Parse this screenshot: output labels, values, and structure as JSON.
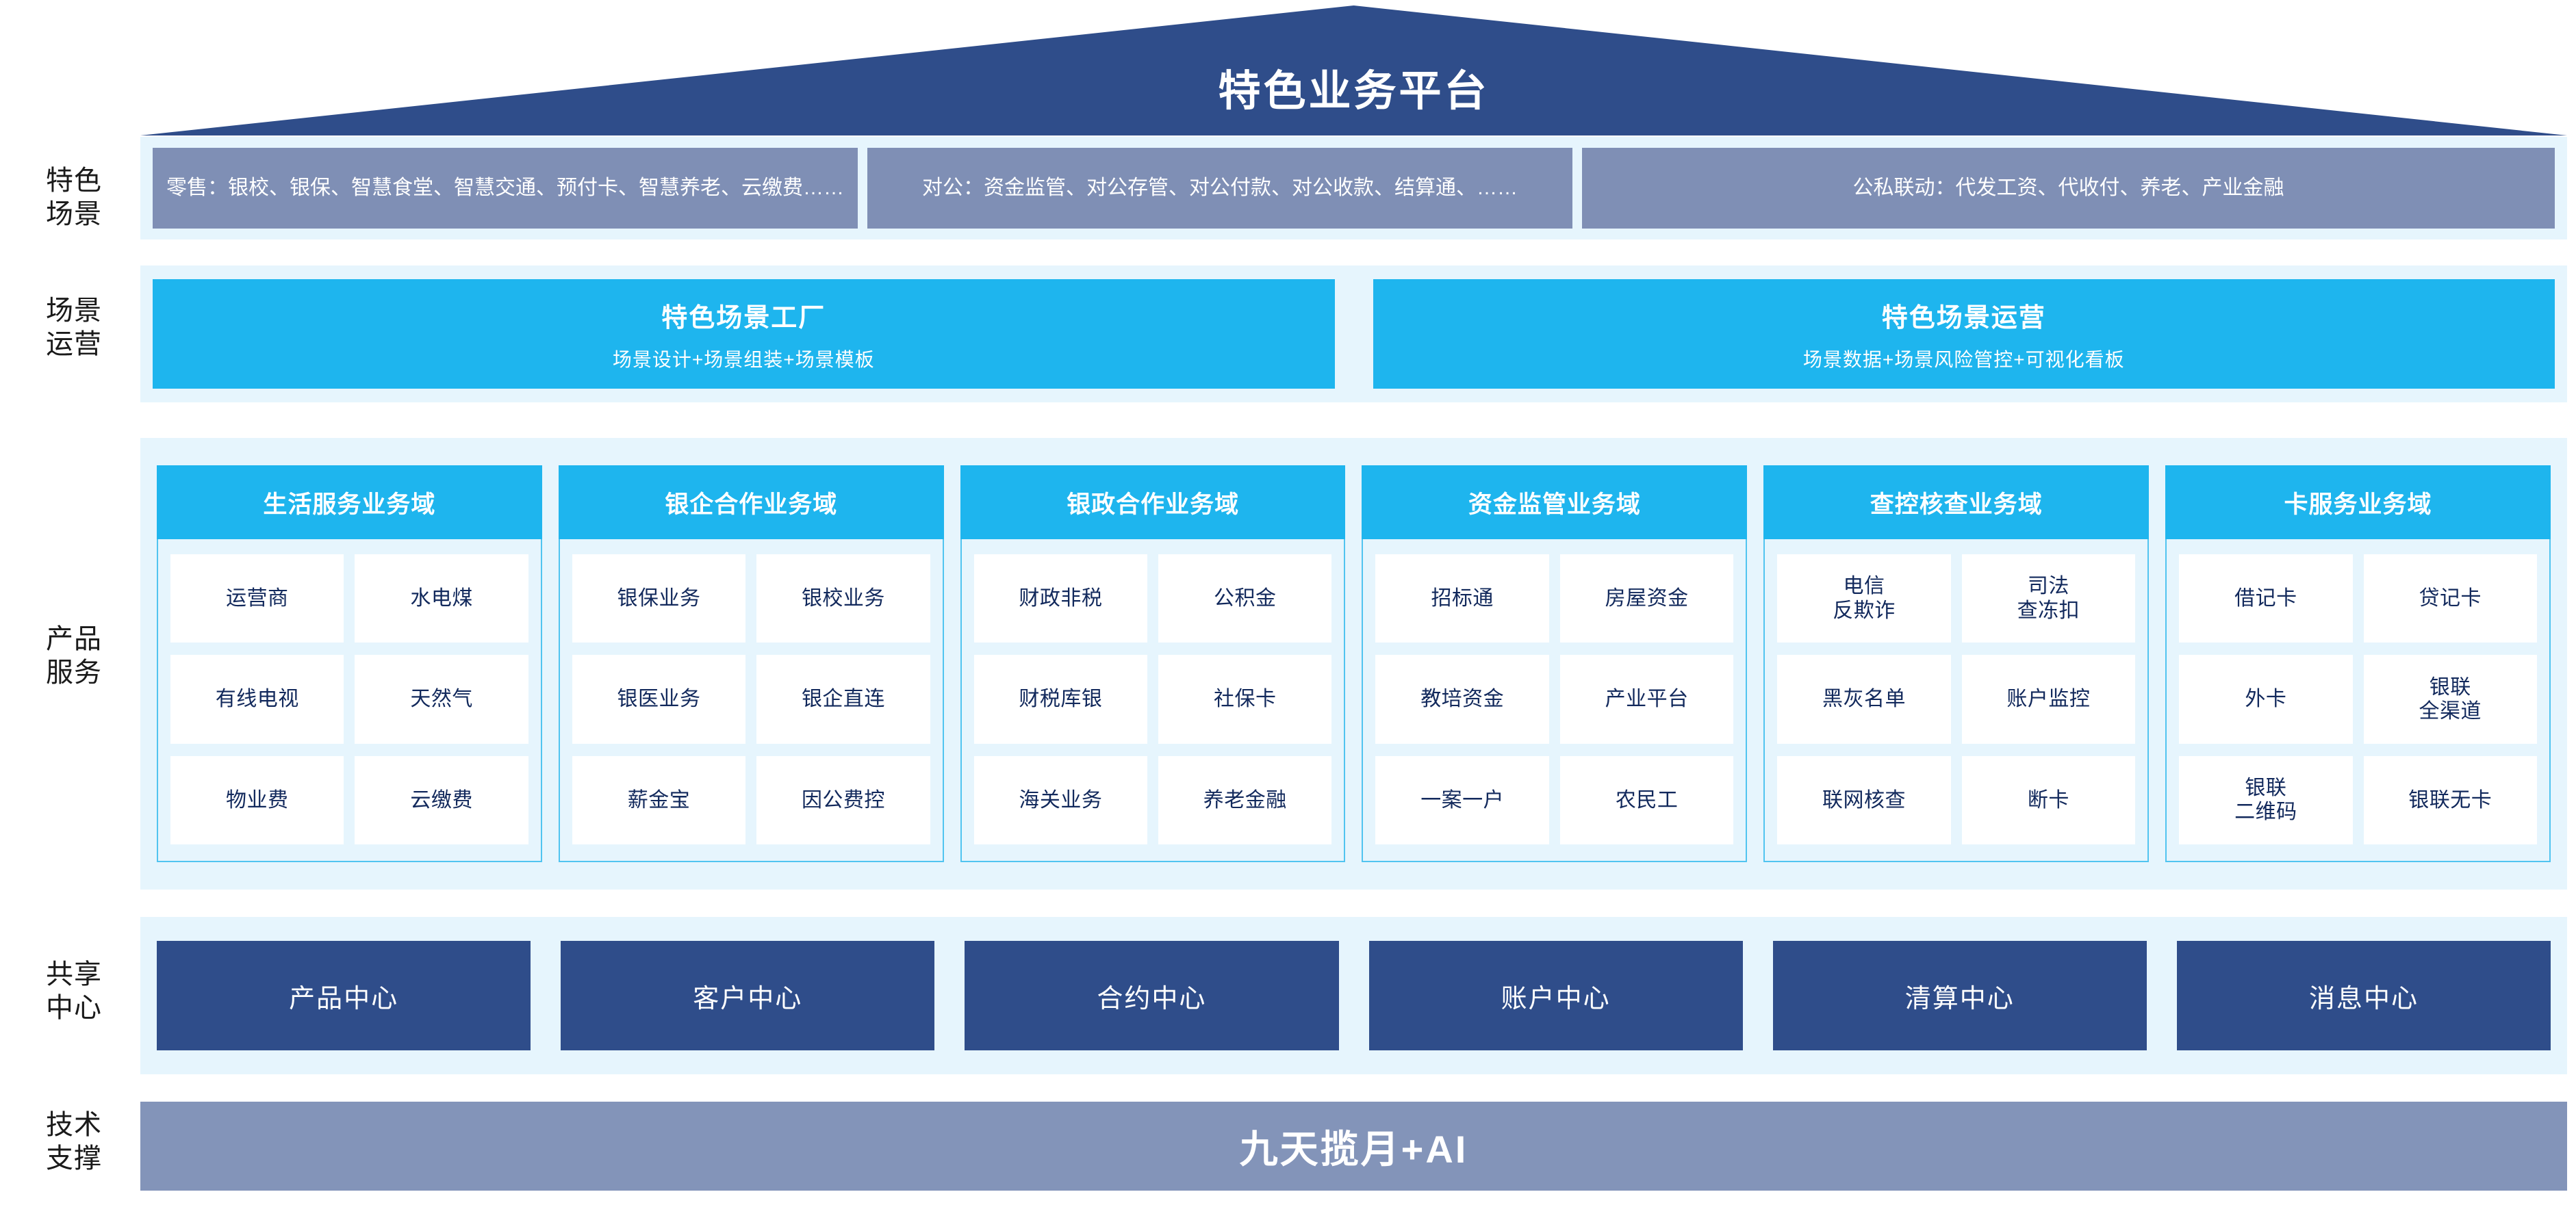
{
  "header": {
    "title": "特色业务平台"
  },
  "row_labels": {
    "scene": "特色\n场景",
    "operations": "场景\n运营",
    "product": "产品\n服务",
    "shared": "共享\n中心",
    "tech": "技术\n支撑"
  },
  "scenarios": [
    {
      "id": "retail",
      "text": "零售：银校、银保、智慧食堂、智慧交通、预付卡、智慧养老、云缴费……"
    },
    {
      "id": "corporate",
      "text": "对公：资金监管、对公存管、对公付款、对公收款、结算通、……"
    },
    {
      "id": "public-private",
      "text": "公私联动：代发工资、代收付、养老、产业金融"
    }
  ],
  "operations": [
    {
      "id": "scene-factory",
      "title": "特色场景工厂",
      "subtitle": "场景设计+场景组装+场景模板"
    },
    {
      "id": "scene-operation",
      "title": "特色场景运营",
      "subtitle": "场景数据+场景风险管控+可视化看板"
    }
  ],
  "domains": [
    {
      "id": "life-service",
      "title": "生活服务业务域",
      "items": [
        "运营商",
        "水电煤",
        "有线电视",
        "天然气",
        "物业费",
        "云缴费"
      ]
    },
    {
      "id": "bank-enterprise",
      "title": "银企合作业务域",
      "items": [
        "银保业务",
        "银校业务",
        "银医业务",
        "银企直连",
        "薪金宝",
        "因公费控"
      ]
    },
    {
      "id": "bank-government",
      "title": "银政合作业务域",
      "items": [
        "财政非税",
        "公积金",
        "财税库银",
        "社保卡",
        "海关业务",
        "养老金融"
      ]
    },
    {
      "id": "fund-supervision",
      "title": "资金监管业务域",
      "items": [
        "招标通",
        "房屋资金",
        "教培资金",
        "产业平台",
        "一案一户",
        "农民工"
      ]
    },
    {
      "id": "investigation-control",
      "title": "查控核查业务域",
      "items": [
        "电信\n反欺诈",
        "司法\n查冻扣",
        "黑灰名单",
        "账户监控",
        "联网核查",
        "断卡"
      ]
    },
    {
      "id": "card-service",
      "title": "卡服务业务域",
      "items": [
        "借记卡",
        "贷记卡",
        "外卡",
        "银联\n全渠道",
        "银联\n二维码",
        "银联无卡"
      ]
    }
  ],
  "shared_centers": [
    {
      "id": "product-center",
      "label": "产品中心"
    },
    {
      "id": "customer-center",
      "label": "客户中心"
    },
    {
      "id": "contract-center",
      "label": "合约中心"
    },
    {
      "id": "account-center",
      "label": "账户中心"
    },
    {
      "id": "clearing-center",
      "label": "清算中心"
    },
    {
      "id": "message-center",
      "label": "消息中心"
    }
  ],
  "tech_support": {
    "label": "九天揽月+AI"
  },
  "colors": {
    "dark_blue": "#2f4d8a",
    "cyan": "#1eb5ee",
    "slate_blue": "#7f8fb5",
    "tech_bar": "#8394b9",
    "band_bg": "#e6f5fd",
    "chip_text": "#12295c"
  }
}
